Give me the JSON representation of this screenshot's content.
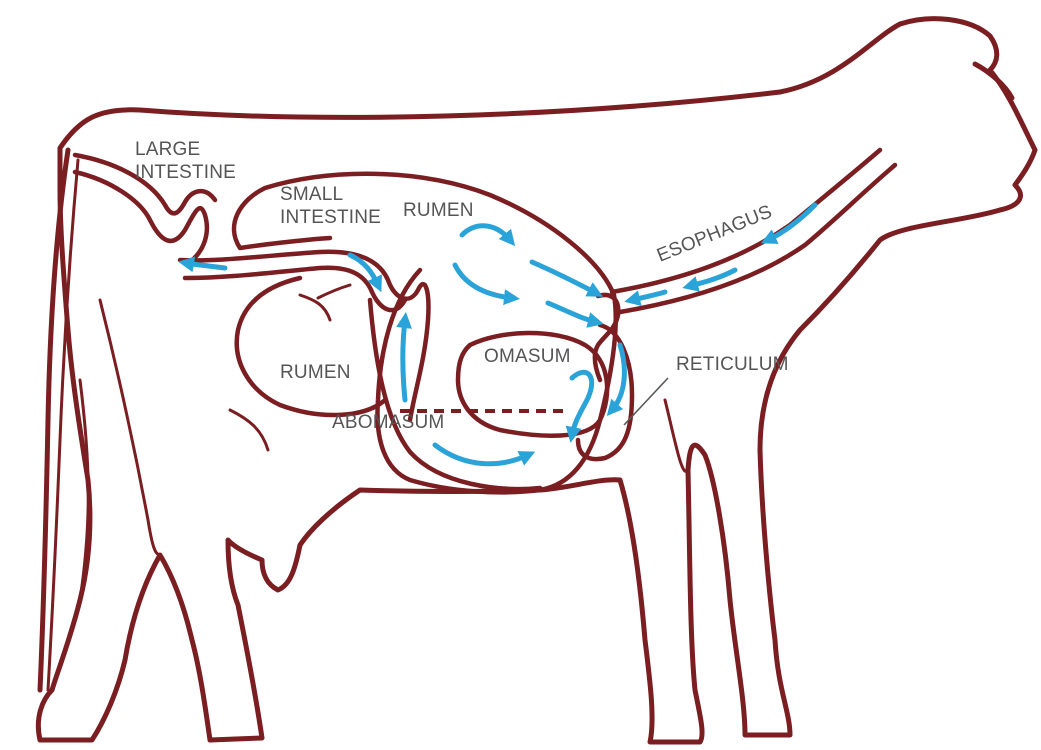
{
  "diagram": {
    "labels": {
      "large_intestine_line1": "LARGE",
      "large_intestine_line2": "INTESTINE",
      "small_intestine_line1": "SMALL",
      "small_intestine_line2": "INTESTINE",
      "rumen_top": "RUMEN",
      "rumen_left": "RUMEN",
      "esophagus": "ESOPHAGUS",
      "omasum": "OMASUM",
      "reticulum": "RETICULUM",
      "abomasum": "ABOMASUM"
    },
    "colors": {
      "outline": "#7a1e22",
      "flow_arrows": "#2aa3d8",
      "label_text": "#555555"
    }
  }
}
